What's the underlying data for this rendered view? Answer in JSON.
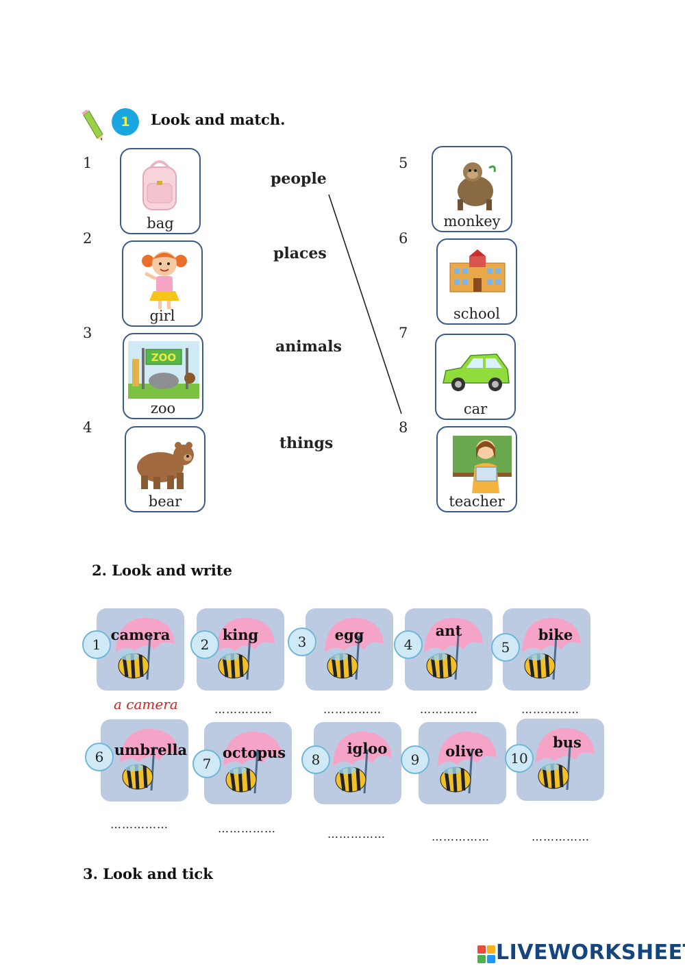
{
  "ex1": {
    "number": "1",
    "title": "Look and match.",
    "left": [
      {
        "n": "1",
        "label": "bag"
      },
      {
        "n": "2",
        "label": "girl"
      },
      {
        "n": "3",
        "label": "zoo"
      },
      {
        "n": "4",
        "label": "bear"
      }
    ],
    "categories": [
      "people",
      "places",
      "animals",
      "things"
    ],
    "right": [
      {
        "n": "5",
        "label": "monkey"
      },
      {
        "n": "6",
        "label": "school"
      },
      {
        "n": "7",
        "label": "car"
      },
      {
        "n": "8",
        "label": "teacher"
      }
    ]
  },
  "ex2": {
    "title": "2. Look  and write",
    "tiles": [
      {
        "n": "1",
        "word": "camera",
        "answer": "a camera"
      },
      {
        "n": "2",
        "word": "king",
        "answer": "……………"
      },
      {
        "n": "3",
        "word": "egg",
        "answer": "……………"
      },
      {
        "n": "4",
        "word": "ant",
        "answer": "……………"
      },
      {
        "n": "5",
        "word": "bike",
        "answer": "……………"
      },
      {
        "n": "6",
        "word": "umbrella",
        "answer": "……………"
      },
      {
        "n": "7",
        "word": "octopus",
        "answer": "……………"
      },
      {
        "n": "8",
        "word": "igloo",
        "answer": "……………"
      },
      {
        "n": "9",
        "word": "olive",
        "answer": "……………"
      },
      {
        "n": "10",
        "word": "bus",
        "answer": "……………"
      }
    ]
  },
  "ex3": {
    "title": "3. Look and tick"
  },
  "brand": {
    "logo_text": "LIVEWORKSHEETS"
  },
  "colors": {
    "tile_bg": "#bccbe2",
    "circle_bg": "#cfeaf6",
    "card_border": "#3a5a8a",
    "answer": "#d42020",
    "brand": "#14467d"
  }
}
